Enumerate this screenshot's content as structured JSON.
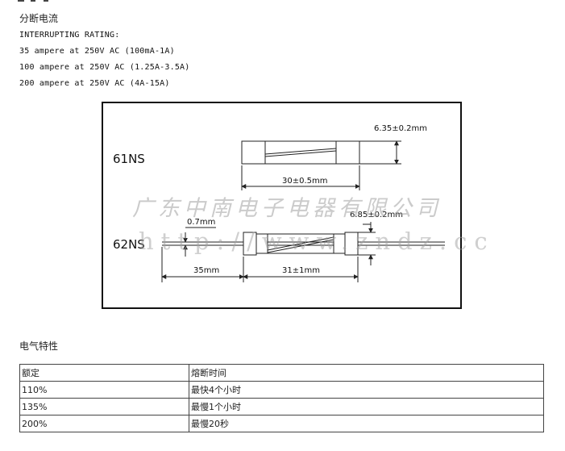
{
  "header": {
    "title_cn": "分断电流",
    "title_en": "INTERRUPTING RATING:",
    "ratings": [
      "35 ampere at 250V AC (100mA-1A)",
      "100 ampere at 250V AC (1.25A-3.5A)",
      "200 ampere at 250V AC (4A-15A)"
    ]
  },
  "diagram": {
    "model_61": "61NS",
    "model_62": "62NS",
    "dim_61_diameter": "6.35±0.2mm",
    "dim_61_length": "30±0.5mm",
    "dim_62_diameter": "6.85±0.2mm",
    "dim_62_lead_diameter": "0.7mm",
    "dim_62_lead_length": "35mm",
    "dim_62_length": "31±1mm"
  },
  "watermark": {
    "company": "广东中南电子电器有限公司",
    "url": "http://www.zndz.cc"
  },
  "electrical": {
    "section_title": "电气特性",
    "headers": [
      "额定",
      "熔断时间"
    ],
    "rows": [
      [
        "110%",
        "最快4个小时"
      ],
      [
        "135%",
        "最慢1个小时"
      ],
      [
        "200%",
        "最慢20秒"
      ]
    ]
  }
}
